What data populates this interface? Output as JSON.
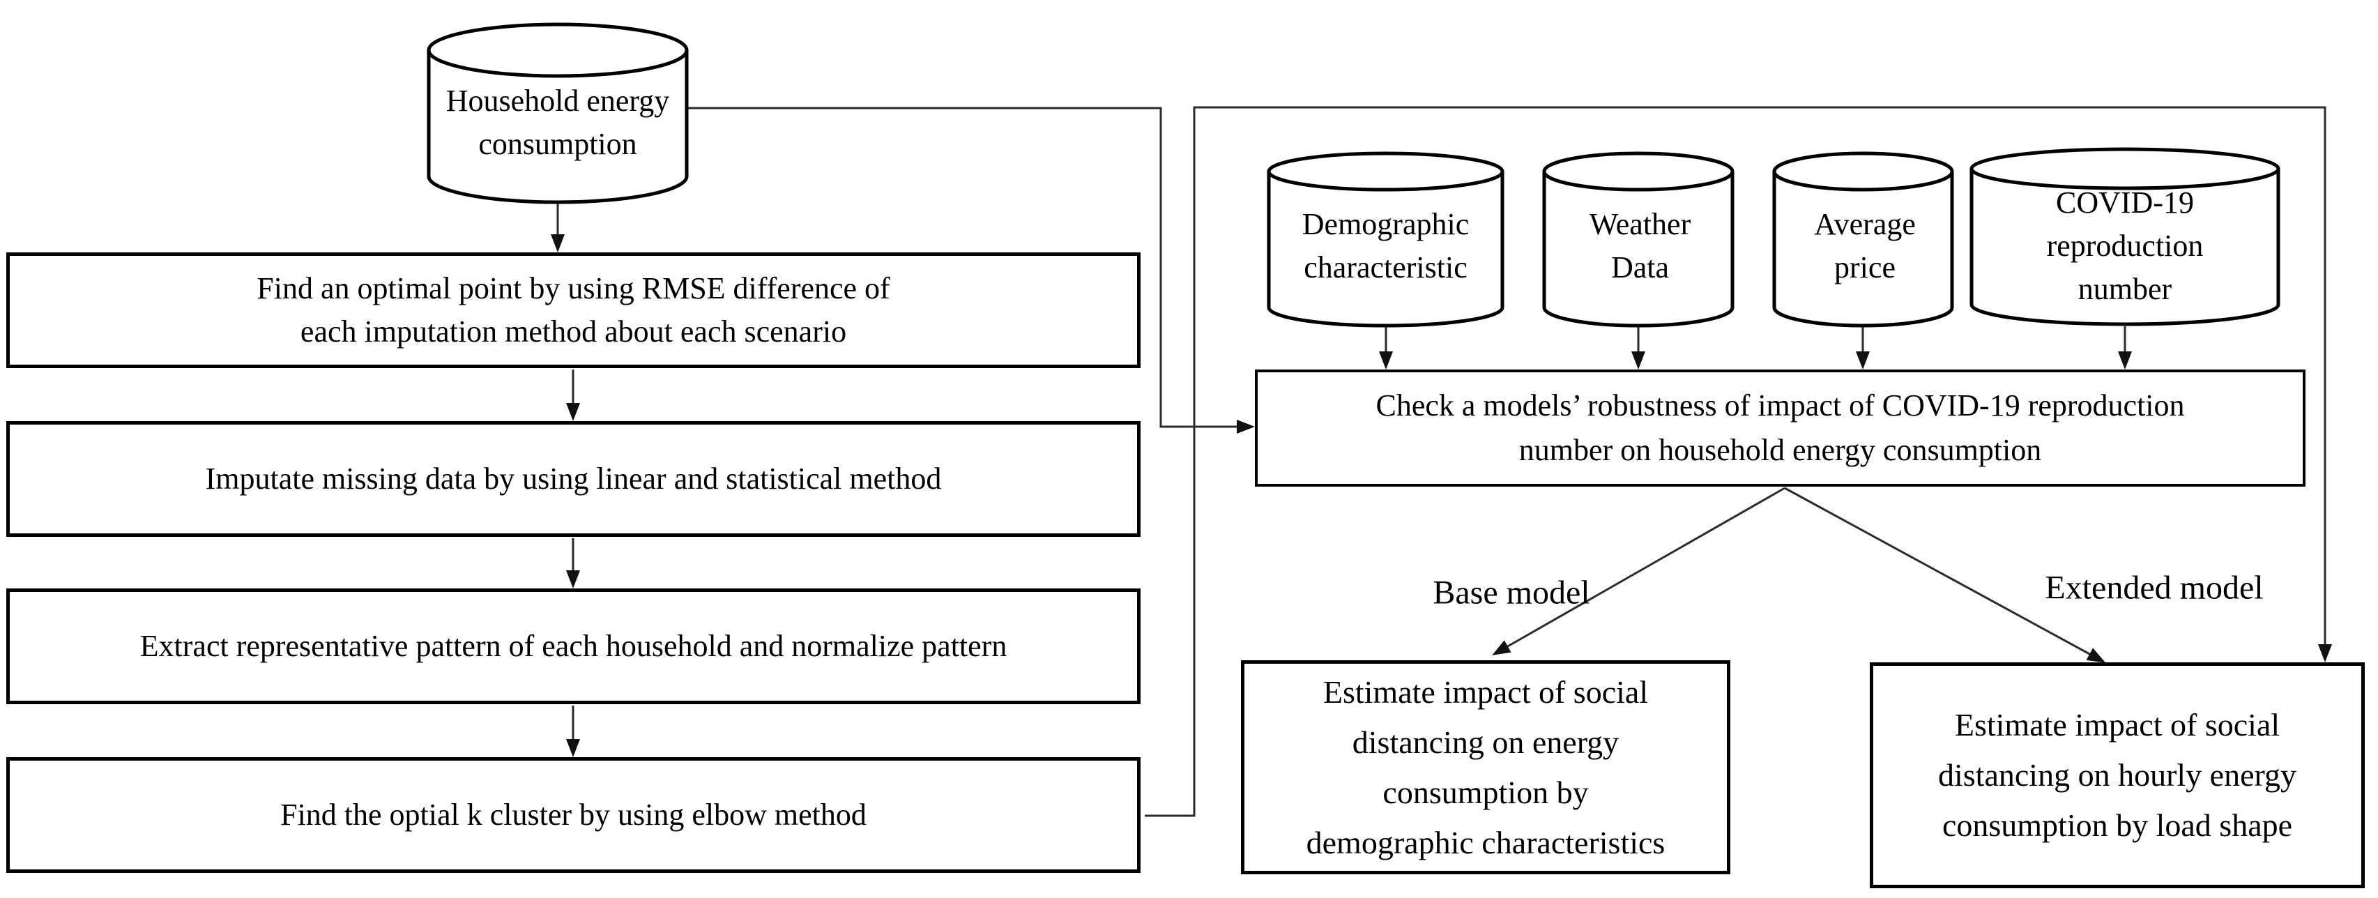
{
  "figure": {
    "source_db": {
      "label": "Household energy\nconsumption"
    },
    "pipeline": [
      {
        "label": "Find an optimal point by using RMSE difference of\neach imputation method about each scenario"
      },
      {
        "label": "Imputate missing data by using linear and statistical method"
      },
      {
        "label": "Extract representative pattern of each household and normalize pattern"
      },
      {
        "label": "Find the optial k cluster by using elbow method"
      }
    ],
    "input_dbs": [
      {
        "label": "Demographic\ncharacteristic"
      },
      {
        "label": "Weather\nData"
      },
      {
        "label": "Average\nprice"
      },
      {
        "label": "COVID-19\nreproduction\nnumber"
      }
    ],
    "robustness_check": {
      "label": "Check a models’ robustness of impact of COVID-19 reproduction\nnumber on household energy consumption"
    },
    "branch_labels": {
      "base": "Base model",
      "extended": "Extended model"
    },
    "outcomes": {
      "base": {
        "label": "Estimate impact of social\ndistancing on energy\nconsumption by\ndemographic characteristics"
      },
      "extended": {
        "label": "Estimate impact of social\ndistancing on hourly energy\nconsumption by load shape"
      }
    },
    "colors": {
      "background": "#ffffff",
      "line": "#2b2b2b",
      "border": "#000000",
      "text": "#000000"
    }
  }
}
